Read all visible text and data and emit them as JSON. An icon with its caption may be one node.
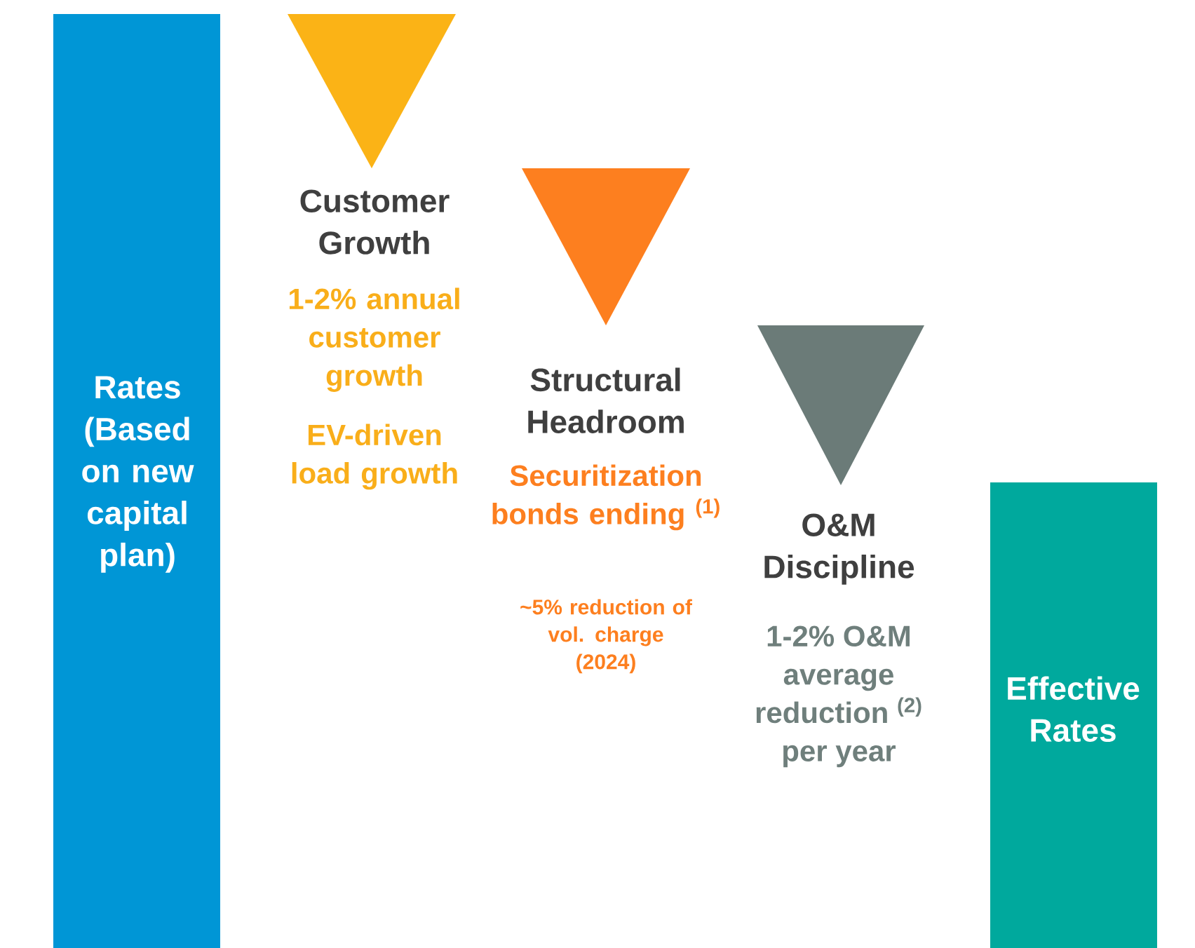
{
  "diagram": {
    "nodes": [
      {
        "text": [
          "Rates (Based on new capital plan)"
        ]
      },
      {
        "text": [
          "Customer Growth",
          "1-2% annual customer growth"
        ]
      },
      {
        "text": [
          "Structural Headroom",
          "Securitization bonds ending $^{(1)}$"
        ]
      },
      {
        "text": [
          "O&M Discipline",
          "1-2% O&M average reduction $^{(2)}$ per year"
        ]
      },
      {
        "text": [
          "Effective Rates"
        ]
      }
    ],
    "labels": [
      "EV-driven load growth",
      "~5% reduction of vol. charge (2024)"
    ]
  }
}
